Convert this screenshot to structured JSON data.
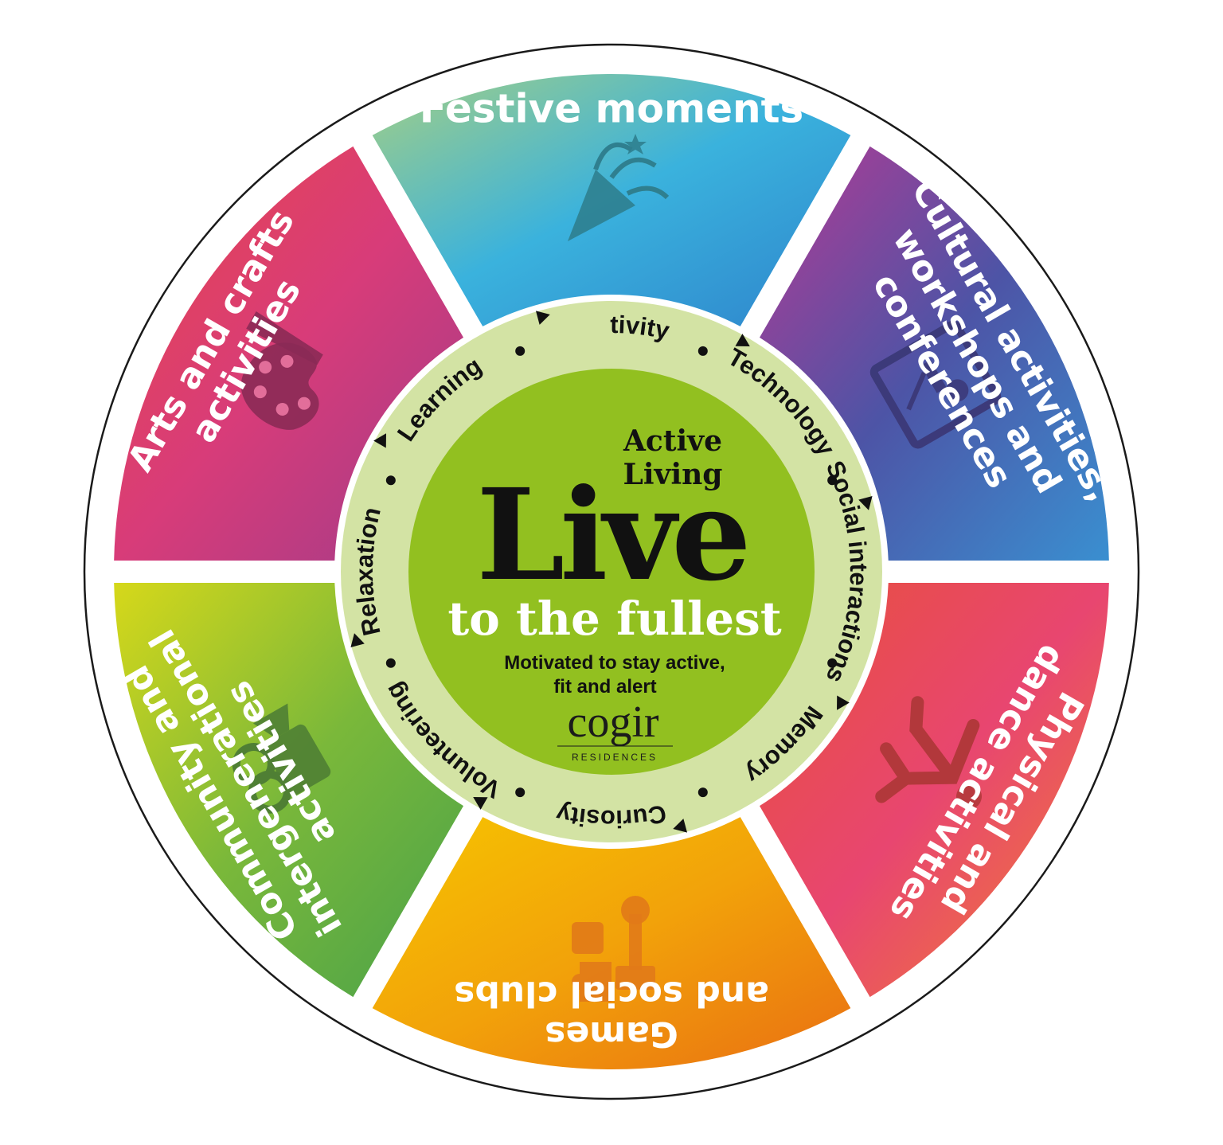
{
  "diagram": {
    "colors": {
      "outer_ring": "#ffffff",
      "inner_ring": "#d3e3a4",
      "center": "#92c020",
      "live_text": "#111111",
      "fullest_text": "#ffffff"
    },
    "segments": [
      {
        "id": "festive",
        "title_lines": [
          "Festive moments"
        ],
        "icon": "party-popper-icon",
        "gradient": [
          "#a5cf84",
          "#3ab2dd",
          "#2e84cc"
        ],
        "icon_color": "#2f7f8f"
      },
      {
        "id": "cultural",
        "title_lines": [
          "Cultural activities,",
          "workshops and",
          "conferences"
        ],
        "icon": "presentation-icon",
        "gradient": [
          "#b53a93",
          "#4d54a6",
          "#3a8fd0"
        ],
        "icon_color": "#3c3a7a"
      },
      {
        "id": "physical",
        "title_lines": [
          "Physical and",
          "dance activities"
        ],
        "icon": "dancing-person-icon",
        "gradient": [
          "#e7503a",
          "#e84670",
          "#f08030"
        ],
        "icon_color": "#b2383b"
      },
      {
        "id": "games",
        "title_lines": [
          "Games",
          "and social clubs"
        ],
        "icon": "games-icon",
        "gradient": [
          "#f6c400",
          "#f2a20a",
          "#e96f12"
        ],
        "icon_color": "#e17a18"
      },
      {
        "id": "community",
        "title_lines": [
          "Community and",
          "intergenerational",
          "activities"
        ],
        "icon": "film-camera-icon",
        "gradient": [
          "#d6d81a",
          "#7ab83a",
          "#4aa24a"
        ],
        "icon_color": "#4f7f34"
      },
      {
        "id": "arts",
        "title_lines": [
          "Arts and crafts",
          "activities"
        ],
        "icon": "palette-brush-icon",
        "gradient": [
          "#e8474a",
          "#d83c79",
          "#a03b8a"
        ],
        "icon_color": "#8b2a55"
      }
    ],
    "ring_words": [
      "Creativity",
      "Technology",
      "Social interactions",
      "Memory",
      "Curiosity",
      "Volunteering",
      "Relaxation",
      "Learning"
    ],
    "center": {
      "kicker_line1": "Active",
      "kicker_line2": "Living",
      "headline": "Live",
      "subheadline": "to the fullest",
      "tagline_line1": "Motivated to stay active,",
      "tagline_line2": "fit and alert",
      "logo_name": "cogir",
      "logo_sub": "RESIDENCES"
    }
  }
}
